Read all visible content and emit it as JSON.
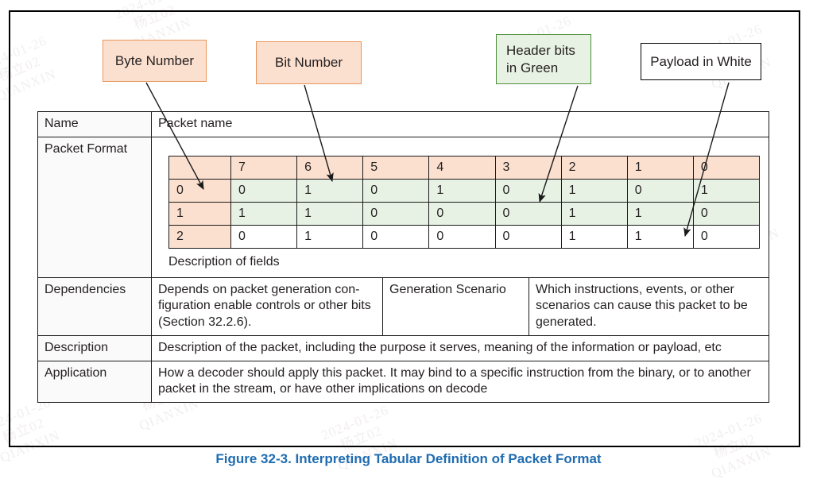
{
  "callouts": [
    {
      "name": "byte-number",
      "text": "Byte Number"
    },
    {
      "name": "bit-number",
      "text": "Bit Number"
    },
    {
      "name": "header-bits",
      "text": "Header bits\nin Green"
    },
    {
      "name": "payload-white",
      "text": "Payload in White"
    }
  ],
  "table": {
    "name_label": "Name",
    "name_value": "Packet name",
    "packet_format_label": "Packet Format",
    "description_of_fields": "Description of fields",
    "dependencies_label": "Dependencies",
    "dependencies_value": "Depends on packet generation con-figuration enable controls or other bits (Section 32.2.6).",
    "generation_scenario_label": "Generation Scenario",
    "generation_scenario_value": "Which instructions, events, or other scenarios can cause this packet to be generated.",
    "description_label": "Description",
    "description_value": "Description of the packet, including the purpose it serves, meaning of the information or payload, etc",
    "application_label": "Application",
    "application_value": "How a decoder should apply this packet. It may bind to a specific instruction from the binary, or to another packet in the stream, or have other implications on decode"
  },
  "bit_table": {
    "header": [
      "",
      "7",
      "6",
      "5",
      "4",
      "3",
      "2",
      "1",
      "0"
    ],
    "rows": [
      {
        "index": "0",
        "bits": [
          "0",
          "1",
          "0",
          "1",
          "0",
          "1",
          "0",
          "1"
        ],
        "type": "green"
      },
      {
        "index": "1",
        "bits": [
          "1",
          "1",
          "0",
          "0",
          "0",
          "1",
          "1",
          "0"
        ],
        "type": "green"
      },
      {
        "index": "2",
        "bits": [
          "0",
          "1",
          "0",
          "0",
          "0",
          "1",
          "1",
          "0"
        ],
        "type": "white"
      }
    ]
  },
  "caption": "Figure 32-3.  Interpreting Tabular Definition of Packet Format",
  "colors": {
    "header_peach": "#fce0cf",
    "header_green": "#e8f2e4",
    "payload_white": "#ffffff",
    "caption_blue": "#1f6cb0",
    "callout_orange_border": "#e8955b",
    "callout_green_border": "#4e8f3a"
  },
  "watermark": {
    "text": "2024-01-26\n杨立02\nQIANXIN"
  }
}
